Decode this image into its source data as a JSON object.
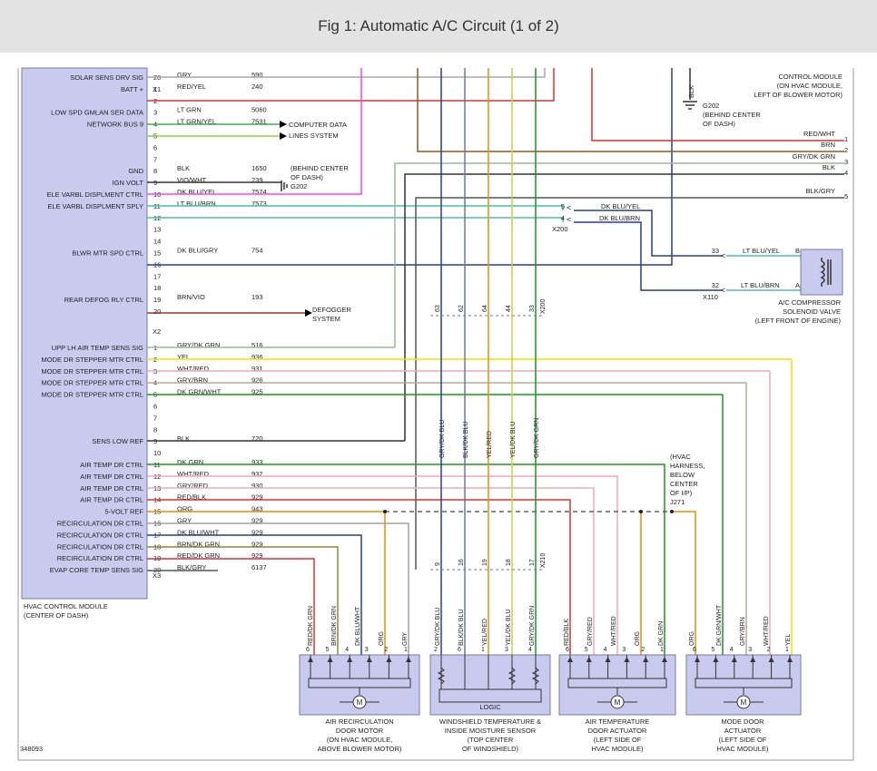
{
  "title": "Fig 1: Automatic A/C Circuit (1 of 2)",
  "doc_number": "348093",
  "hvac_module": {
    "label_line1": "HVAC CONTROL MODULE",
    "label_line2": "(CENTER OF DASH)"
  },
  "x1_label": "X1",
  "x2_label": "X2",
  "x3_label": "X3",
  "x1_pins": [
    {
      "pin": "20",
      "func": "SOLAR SENS DRV SIG",
      "color": "GRY",
      "circuit": "590"
    },
    {
      "pin": "1",
      "func": "BATT +",
      "color": "RED/YEL",
      "circuit": "240"
    },
    {
      "pin": "2",
      "func": "",
      "color": "",
      "circuit": ""
    },
    {
      "pin": "3",
      "func": "LOW SPD GMLAN SER DATA",
      "color": "LT GRN",
      "circuit": "5060"
    },
    {
      "pin": "4",
      "func": "NETWORK BUS 9",
      "color": "LT GRN/YEL",
      "circuit": "7531"
    },
    {
      "pin": "5",
      "func": "",
      "color": "",
      "circuit": ""
    },
    {
      "pin": "6",
      "func": "",
      "color": "",
      "circuit": ""
    },
    {
      "pin": "7",
      "func": "",
      "color": "",
      "circuit": ""
    },
    {
      "pin": "8",
      "func": "GND",
      "color": "BLK",
      "circuit": "1650"
    },
    {
      "pin": "9",
      "func": "IGN VOLT",
      "color": "VIO/WHT",
      "circuit": "239"
    },
    {
      "pin": "10",
      "func": "ELE VARBL DISPLMENT CTRL",
      "color": "DK BLU/YEL",
      "circuit": "7574"
    },
    {
      "pin": "11",
      "func": "ELE VARBL DISPLMENT SPLY",
      "color": "LT BLU/BRN",
      "circuit": "7573"
    },
    {
      "pin": "12",
      "func": "",
      "color": "",
      "circuit": ""
    },
    {
      "pin": "13",
      "func": "",
      "color": "",
      "circuit": ""
    },
    {
      "pin": "14",
      "func": "",
      "color": "",
      "circuit": ""
    },
    {
      "pin": "15",
      "func": "BLWR MTR SPD CTRL",
      "color": "DK BLU/GRY",
      "circuit": "754"
    },
    {
      "pin": "16",
      "func": "",
      "color": "",
      "circuit": ""
    },
    {
      "pin": "17",
      "func": "",
      "color": "",
      "circuit": ""
    },
    {
      "pin": "18",
      "func": "",
      "color": "",
      "circuit": ""
    },
    {
      "pin": "19",
      "func": "REAR DEFOG RLY CTRL",
      "color": "BRN/VIO",
      "circuit": "193"
    },
    {
      "pin": "20",
      "func": "",
      "color": "",
      "circuit": ""
    }
  ],
  "x2_pins": [
    {
      "pin": "1",
      "func": "UPP LH AIR TEMP SENS SIG",
      "color": "GRY/DK GRN",
      "circuit": "516"
    },
    {
      "pin": "2",
      "func": "MODE DR STEPPER MTR CTRL",
      "color": "YEL",
      "circuit": "936"
    },
    {
      "pin": "3",
      "func": "MODE DR STEPPER MTR CTRL",
      "color": "WHT/RED",
      "circuit": "931"
    },
    {
      "pin": "4",
      "func": "MODE DR STEPPER MTR CTRL",
      "color": "GRY/BRN",
      "circuit": "926"
    },
    {
      "pin": "5",
      "func": "MODE DR STEPPER MTR CTRL",
      "color": "DK GRN/WHT",
      "circuit": "925"
    },
    {
      "pin": "6",
      "func": "",
      "color": "",
      "circuit": ""
    },
    {
      "pin": "7",
      "func": "",
      "color": "",
      "circuit": ""
    },
    {
      "pin": "8",
      "func": "",
      "color": "",
      "circuit": ""
    },
    {
      "pin": "9",
      "func": "SENS LOW REF",
      "color": "BLK",
      "circuit": "720"
    },
    {
      "pin": "10",
      "func": "",
      "color": "",
      "circuit": ""
    },
    {
      "pin": "11",
      "func": "AIR TEMP DR CTRL",
      "color": "DK GRN",
      "circuit": "933"
    },
    {
      "pin": "12",
      "func": "AIR TEMP DR CTRL",
      "color": "WHT/RED",
      "circuit": "932"
    },
    {
      "pin": "13",
      "func": "AIR TEMP DR CTRL",
      "color": "GRY/RED",
      "circuit": "930"
    },
    {
      "pin": "14",
      "func": "AIR TEMP DR CTRL",
      "color": "RED/BLK",
      "circuit": "929"
    },
    {
      "pin": "15",
      "func": "5-VOLT REF",
      "color": "ORG",
      "circuit": "943"
    },
    {
      "pin": "16",
      "func": "RECIRCULATION DR CTRL",
      "color": "GRY",
      "circuit": "929"
    },
    {
      "pin": "17",
      "func": "RECIRCULATION DR CTRL",
      "color": "DK BLU/WHT",
      "circuit": "929"
    },
    {
      "pin": "18",
      "func": "RECIRCULATION DR CTRL",
      "color": "BRN/DK GRN",
      "circuit": "929"
    },
    {
      "pin": "19",
      "func": "RECIRCULATION DR CTRL",
      "color": "RED/DK GRN",
      "circuit": "929"
    },
    {
      "pin": "20",
      "func": "EVAP CORE TEMP SENS SIG",
      "color": "BLK/GRY",
      "circuit": "6137"
    }
  ],
  "computer_data": {
    "line1": "COMPUTER DATA",
    "line2": "LINES SYSTEM"
  },
  "g202_left": {
    "line1": "(BEHIND CENTER",
    "line2": "OF DASH)",
    "line3": "G202"
  },
  "defogger": {
    "line1": "DEFOGGER",
    "line2": "SYSTEM"
  },
  "control_module": {
    "line1": "CONTROL MODULE",
    "line2": "(ON HVAC MODULE,",
    "line3": "LEFT OF BLOWER MOTOR)"
  },
  "g202_right": {
    "line1": "G202",
    "line2": "(BEHIND CENTER",
    "line3": "OF DASH)",
    "wire": "BLK"
  },
  "right_wires": [
    {
      "label": "RED/WHT",
      "pin": "1"
    },
    {
      "label": "BRN",
      "pin": "2"
    },
    {
      "label": "GRY/DK GRN",
      "pin": "3"
    },
    {
      "label": "BLK",
      "pin": "4"
    },
    {
      "label": "BLK/GRY",
      "pin": "5"
    }
  ],
  "x200_side": {
    "pin5": "5",
    "pin4": "4",
    "wire5": "DK BLU/YEL",
    "wire4": "DK BLU/BRN",
    "label": "X200"
  },
  "compressor": {
    "pin33": "33",
    "pin32": "32",
    "wire33": "LT BLU/YEL",
    "wire32": "LT BLU/BRN",
    "label": "X110",
    "pinB": "B",
    "pinA": "A",
    "line1": "A/C COMPRESSOR",
    "line2": "SOLENOID VALVE",
    "line3": "(LEFT FRONT OF ENGINE)"
  },
  "x200_vertical": {
    "label": "X200",
    "pins": [
      "63",
      "62",
      "64",
      "44",
      "33"
    ]
  },
  "x210_vertical": {
    "label": "X210",
    "pins": [
      "9",
      "16",
      "19",
      "18",
      "17"
    ]
  },
  "vertical_wires": [
    "GRY/DK BLU",
    "BLK/DK BLU",
    "YEL/RED",
    "YEL/DK BLU",
    "GRY/DK GRN"
  ],
  "j271": {
    "line1": "(HVAC",
    "line2": "HARNESS,",
    "line3": "BELOW",
    "line4": "CENTER",
    "line5": "OF I/P)",
    "line6": "J271"
  },
  "recirc_motor": {
    "wires": [
      "RED/DK GRN",
      "BRN/DK GRN",
      "DK BLU/WHT",
      "ORG",
      "GRY"
    ],
    "pins": [
      "6",
      "5",
      "4",
      "3",
      "2",
      "1"
    ],
    "line1": "AIR RECIRCULATION",
    "line2": "DOOR MOTOR",
    "line3": "(ON HVAC MODULE,",
    "line4": "ABOVE BLOWER MOTOR)",
    "motor": "M"
  },
  "sensor": {
    "wires": [
      "GRY/DK BLU",
      "BLK/DK BLU",
      "YEL/RED",
      "YEL/DK BLU",
      "GRY/DK GRN"
    ],
    "pins": [
      "2",
      "6",
      "1",
      "3",
      "4"
    ],
    "logic": "LOGIC",
    "line1": "WINDSHIELD TEMPERATURE &",
    "line2": "INSIDE MOISTURE SENSOR",
    "line3": "(TOP CENTER",
    "line4": "OF WINDSHIELD)"
  },
  "air_temp_actuator": {
    "wires": [
      "RED/BLK",
      "GRY/RED",
      "WHT/RED",
      "ORG",
      "DK GRN"
    ],
    "pins": [
      "6",
      "5",
      "4",
      "3",
      "2",
      "1"
    ],
    "line1": "AIR TEMPERATURE",
    "line2": "DOOR ACTUATOR",
    "line3": "(LEFT SIDE OF",
    "line4": "HVAC MODULE)",
    "motor": "M"
  },
  "mode_actuator": {
    "wires": [
      "ORG",
      "DK GRN/WHT",
      "GRY/BRN",
      "WHT/RED",
      "YEL"
    ],
    "pins": [
      "6",
      "5",
      "4",
      "3",
      "2",
      "1"
    ],
    "line1": "MODE DOOR",
    "line2": "ACTUATOR",
    "line3": "(LEFT SIDE OF",
    "line4": "HVAC MODULE)",
    "motor": "M"
  },
  "colors": {
    "module_fill": "#c9cbee",
    "wire_red": "#e03030",
    "wire_magenta": "#ff40ff",
    "wire_blue": "#2c3aa0",
    "wire_green": "#1a9a1a",
    "wire_yellow": "#f0e400",
    "wire_orange": "#f08c00",
    "wire_gray": "#a0a0a0",
    "wire_pink": "#f4a8b8",
    "wire_brown": "#8a5a20",
    "wire_teal": "#49c0a8"
  }
}
